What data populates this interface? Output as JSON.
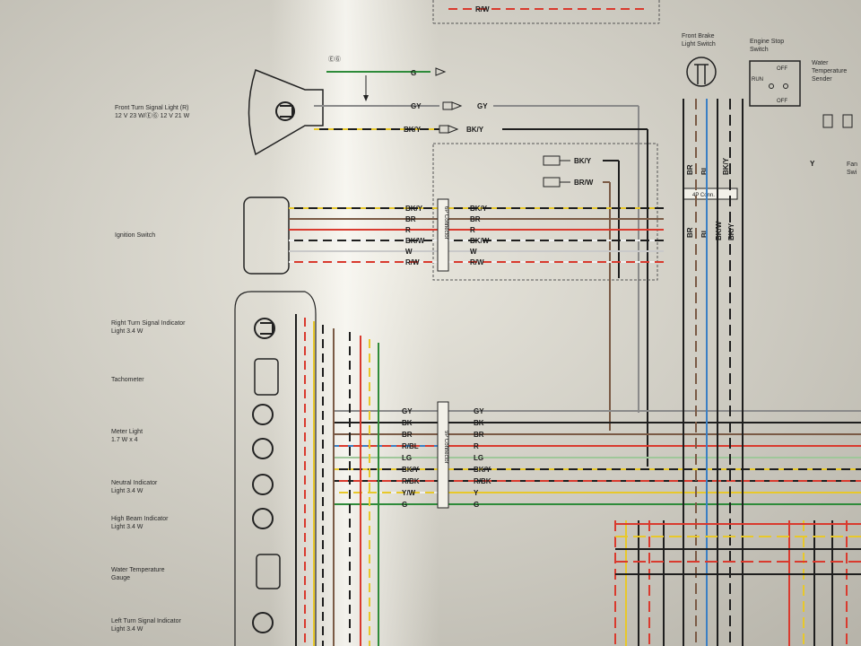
{
  "components": {
    "front_turn": {
      "name": "Front Turn Signal Light (R)",
      "spec": "12 V 23 W/ⒺⒼ 12 V 21 W"
    },
    "ignition": {
      "name": "Ignition Switch"
    },
    "right_turn_ind": {
      "name": "Right Turn Signal Indicator",
      "spec": "Light 3.4 W"
    },
    "tachometer": {
      "name": "Tachometer"
    },
    "meter_light": {
      "name": "Meter Light",
      "spec": "1.7 W x 4"
    },
    "neutral_ind": {
      "name": "Neutral Indicator",
      "spec": "Light 3.4 W"
    },
    "high_beam": {
      "name": "High Beam Indicator",
      "spec": "Light 3.4 W"
    },
    "water_temp_gauge": {
      "name": "Water Temperature",
      "spec": "Gauge"
    },
    "left_turn_ind": {
      "name": "Left Turn Signal Indicator",
      "spec": "Light 3.4 W"
    },
    "front_brake": {
      "name": "Front Brake",
      "spec": "Light Switch"
    },
    "engine_stop": {
      "name": "Engine Stop",
      "spec": "Switch"
    },
    "water_temp_sender": {
      "name": "Water",
      "spec": "Temperature",
      "spec2": "Sender"
    },
    "fan": {
      "name": "Fan",
      "spec": "Swi"
    }
  },
  "connectors": {
    "six_p": "6P Connector",
    "nine_p": "9P Connector",
    "four_p": "4P Conn."
  },
  "switch_labels": {
    "run": "RUN",
    "off1": "OFF",
    "off2": "OFF"
  },
  "eg_marker": "ⒺⒼ",
  "top_wire": "R/W",
  "top_wires": {
    "g": "G",
    "gy": "GY",
    "gy_r": "GY",
    "bky": "BK/Y",
    "bky_r": "BK/Y"
  },
  "aux_wires": {
    "bky": "BK/Y",
    "brw": "BR/W"
  },
  "ign_left": [
    "BK/Y",
    "BR",
    "R",
    "BK/W",
    "W",
    "R/W"
  ],
  "ign_right": [
    "BK/Y",
    "BR",
    "R",
    "BK/W",
    "W",
    "R/W"
  ],
  "meter_left": [
    "GY",
    "BK",
    "BR",
    "R/BL",
    "LG",
    "BK/Y",
    "R/BK",
    "Y/W",
    "G"
  ],
  "meter_right": [
    "GY",
    "BK",
    "BR",
    "R",
    "LG",
    "BK/Y",
    "R/BK",
    "Y",
    "G"
  ],
  "brake_wires_top": [
    "BR",
    "BL",
    "BK/Y"
  ],
  "brake_wires_bottom": [
    "BR",
    "BL",
    "BK/W",
    "BK/Y"
  ],
  "right_edge_label": "Y",
  "colors": {
    "red": "#d93a2e",
    "yellow": "#e8c82a",
    "black": "#1e1e1e",
    "blue": "#3a7fc4",
    "green": "#2e8b3a",
    "brown": "#7a5a45",
    "gray": "#8a8a8a"
  }
}
